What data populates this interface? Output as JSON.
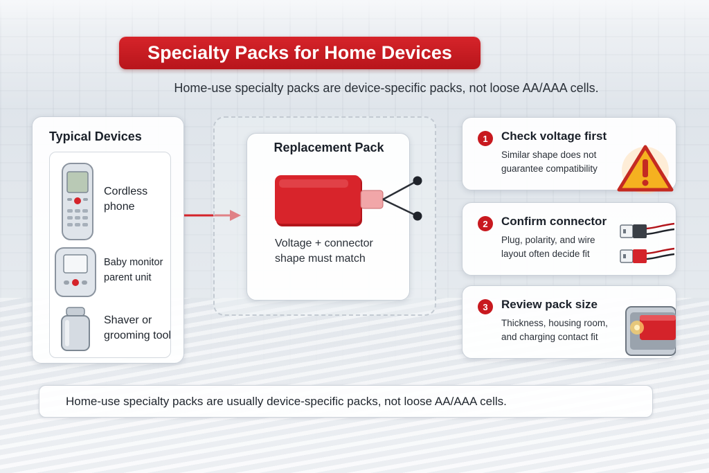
{
  "title": "Specialty Packs for Home Devices",
  "subtitle": "Home-use specialty packs are device-specific packs, not loose AA/AAA cells.",
  "devices": {
    "heading": "Typical Devices",
    "items": [
      {
        "icon": "cordless-phone-icon",
        "label_line1": "Cordless",
        "label_line2": "phone"
      },
      {
        "icon": "baby-monitor-icon",
        "label_line1": "Baby monitor",
        "label_line2": "parent unit"
      },
      {
        "icon": "shaver-icon",
        "label_line1": "Shaver or",
        "label_line2": "grooming tool"
      }
    ]
  },
  "replacement": {
    "heading": "Replacement Pack",
    "caption_line1": "Voltage + connector",
    "caption_line2": "shape must match"
  },
  "checks": [
    {
      "number": "1",
      "title": "Check voltage first",
      "line1": "Similar shape does not",
      "line2": "guarantee compatibility",
      "icon": "warning-icon"
    },
    {
      "number": "2",
      "title": "Confirm connector",
      "line1": "Plug, polarity, and wire",
      "line2": "layout often decide fit",
      "icon": "connector-icon"
    },
    {
      "number": "3",
      "title": "Review pack size",
      "line1": "Thickness, housing room,",
      "line2": "and charging contact fit",
      "icon": "battery-bay-icon"
    }
  ],
  "footer": "Home-use specialty packs are usually device-specific packs, not loose AA/AAA cells.",
  "colors": {
    "accent": "#c8191f",
    "panel": "#ffffff",
    "text": "#1a2029"
  }
}
